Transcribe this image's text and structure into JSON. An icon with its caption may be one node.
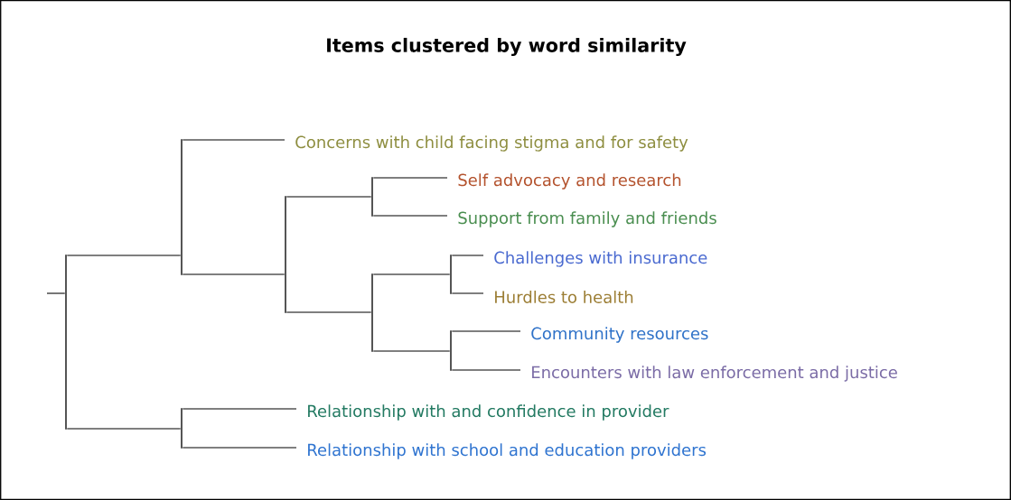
{
  "diagram": {
    "title": "Items clustered by word similarity",
    "nodes": [
      {
        "text": [
          "Concerns with child facing stigma and for safety"
        ]
      },
      {
        "text": [
          "Self advocacy and research"
        ]
      },
      {
        "text": [
          "Support from family and friends"
        ]
      },
      {
        "text": [
          "Challenges with insurance"
        ]
      },
      {
        "text": [
          "Hurdles to health"
        ]
      },
      {
        "text": [
          "Community resources"
        ]
      },
      {
        "text": [
          "Encounters with law enforcement and justice"
        ]
      },
      {
        "text": [
          "Relationship with and confidence in provider"
        ]
      },
      {
        "text": [
          "Relationship with school and education providers"
        ]
      },
      {
        "text": [],
        "shape": "bar"
      },
      {
        "text": [],
        "shape": "bar"
      },
      {
        "text": [],
        "shape": "bar"
      },
      {
        "text": [],
        "shape": "bar"
      },
      {
        "text": [],
        "shape": "bar"
      },
      {
        "text": [],
        "shape": "bar"
      },
      {
        "text": [],
        "shape": "bar"
      },
      {
        "text": [],
        "shape": "bar"
      }
    ],
    "edges": [
      {
        "from": null,
        "to": 9,
        "arrow": "none"
      },
      {
        "from": 9,
        "to": 10,
        "arrow": "none"
      },
      {
        "from": 9,
        "to": 11,
        "arrow": "none"
      },
      {
        "from": 10,
        "to": 0,
        "arrow": "none"
      },
      {
        "from": 10,
        "to": 12,
        "arrow": "none"
      },
      {
        "from": 12,
        "to": 13,
        "arrow": "none"
      },
      {
        "from": 12,
        "to": 14,
        "arrow": "none"
      },
      {
        "from": 13,
        "to": 1,
        "arrow": "none"
      },
      {
        "from": 13,
        "to": 2,
        "arrow": "none"
      },
      {
        "from": 14,
        "to": 15,
        "arrow": "none"
      },
      {
        "from": 14,
        "to": 16,
        "arrow": "none"
      },
      {
        "from": 15,
        "to": 3,
        "arrow": "none"
      },
      {
        "from": 15,
        "to": 4,
        "arrow": "none"
      },
      {
        "from": 16,
        "to": 5,
        "arrow": "none"
      },
      {
        "from": 16,
        "to": 6,
        "arrow": "none"
      },
      {
        "from": 11,
        "to": 7,
        "arrow": "none"
      },
      {
        "from": 11,
        "to": 8,
        "arrow": "none"
      }
    ]
  }
}
